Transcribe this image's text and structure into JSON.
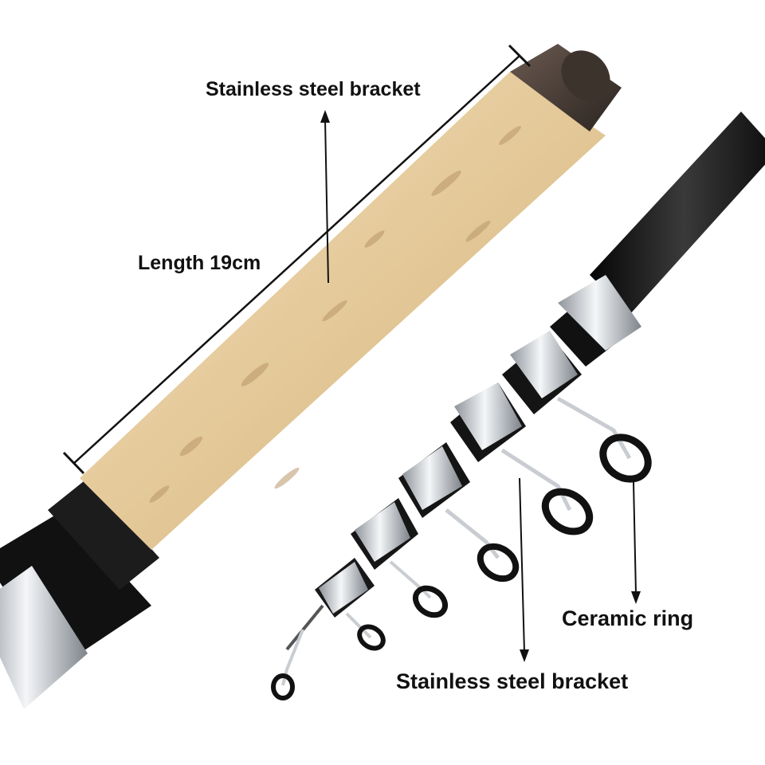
{
  "annotations": {
    "top_bracket": "Stainless steel bracket",
    "length": "Length 19cm",
    "ceramic_ring": "Ceramic ring",
    "bottom_bracket": "Stainless steel bracket"
  },
  "colors": {
    "background": "#ffffff",
    "cork": "#e3c89a",
    "rod_blank": "#1a1a1a",
    "steel": "#c9cdd2",
    "label_text": "#111111"
  }
}
